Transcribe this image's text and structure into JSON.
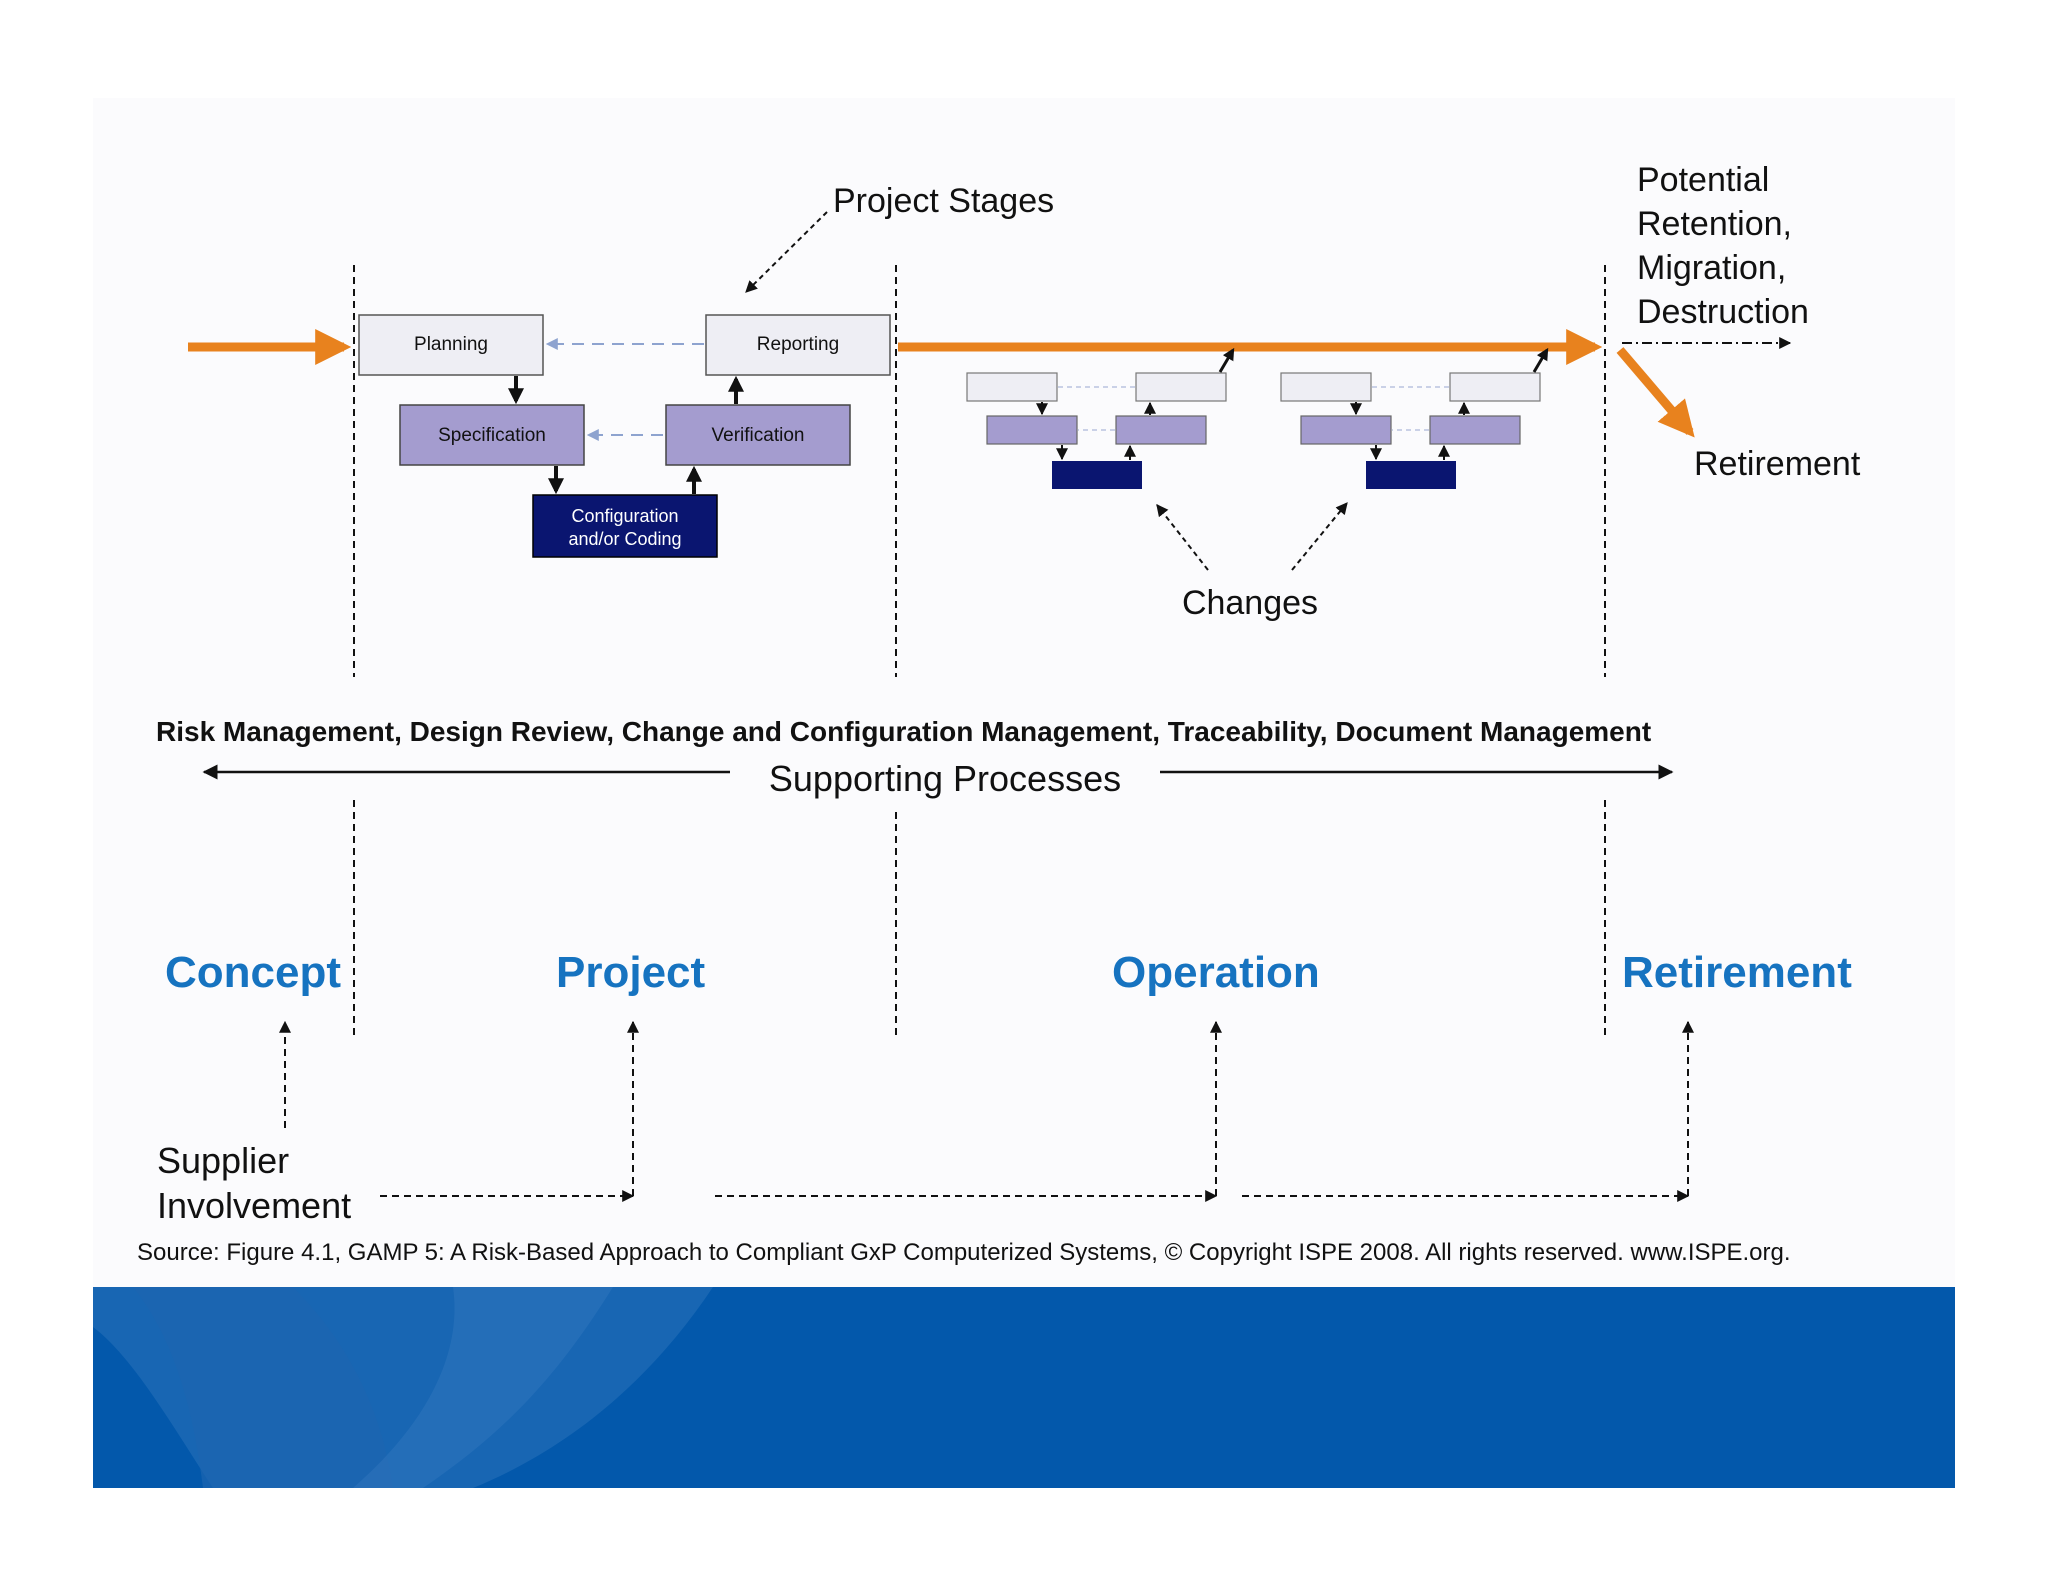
{
  "diagram": {
    "project_stages": {
      "title": "Project Stages",
      "planning": "Planning",
      "reporting": "Reporting",
      "specification": "Specification",
      "verification": "Verification",
      "configuration_line1": "Configuration",
      "configuration_line2": "and/or Coding"
    },
    "changes_label": "Changes",
    "end_options": {
      "line1": "Potential",
      "line2": "Retention,",
      "line3": "Migration,",
      "line4": "Destruction",
      "retirement": "Retirement"
    },
    "supporting": {
      "items": "Risk Management, Design Review, Change and Configuration Management, Traceability, Document Management",
      "label": "Supporting Processes"
    },
    "phases": {
      "concept": "Concept",
      "project": "Project",
      "operation": "Operation",
      "retirement": "Retirement"
    },
    "supplier": {
      "line1": "Supplier",
      "line2": "Involvement"
    },
    "source": "Source: Figure 4.1, GAMP 5: A Risk-Based Approach to Compliant GxP Computerized Systems, © Copyright ISPE 2008. All rights reserved. www.ISPE.org."
  },
  "colors": {
    "orange": "#e8821e",
    "phase_blue": "#1673c0",
    "lavender": "#a49ccf",
    "navy": "#0a1570",
    "light_box": "#eeeef4",
    "footer_blue": "#0358ab"
  }
}
